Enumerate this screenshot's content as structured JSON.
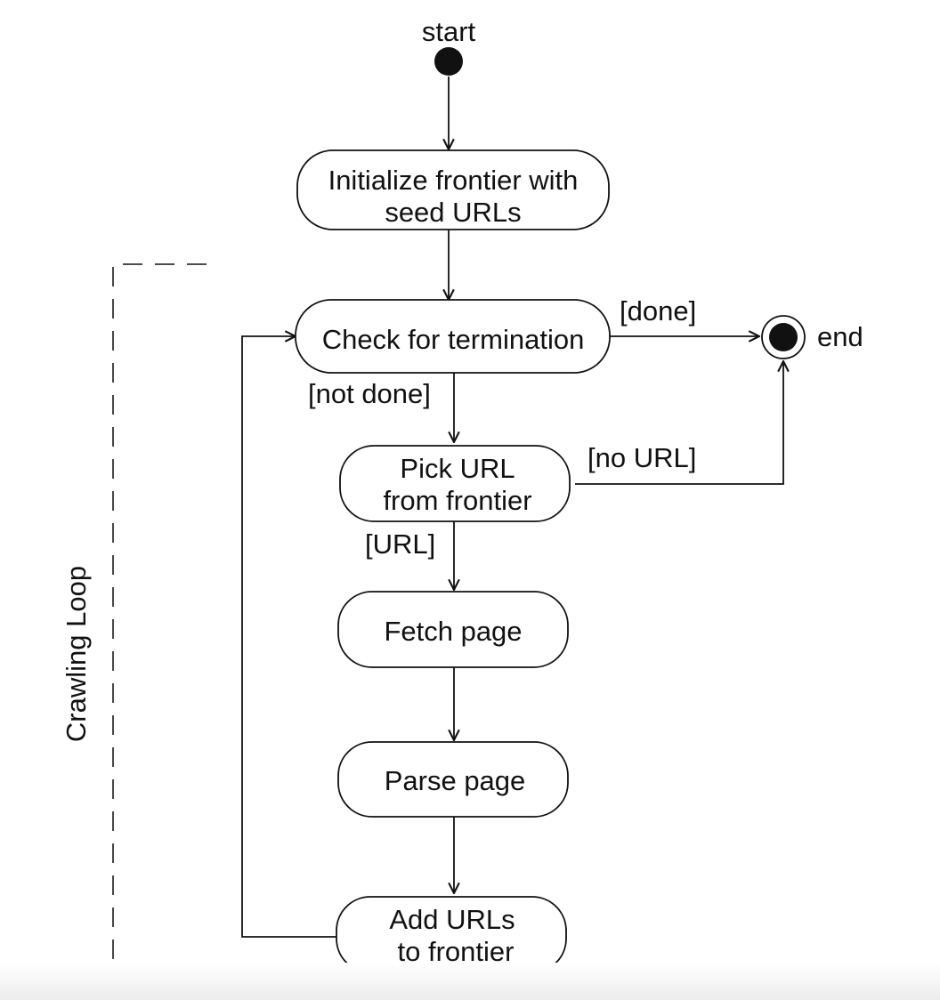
{
  "nodes": {
    "start": {
      "label": "start"
    },
    "end": {
      "label": "end"
    },
    "initialize": {
      "line1": "Initialize frontier with",
      "line2": "seed URLs"
    },
    "check_termination": {
      "line1": "Check for termination"
    },
    "pick_url": {
      "line1": "Pick URL",
      "line2": "from frontier"
    },
    "fetch_page": {
      "line1": "Fetch page"
    },
    "parse_page": {
      "line1": "Parse page"
    },
    "add_urls": {
      "line1": "Add URLs",
      "line2": "to frontier"
    }
  },
  "edges": {
    "done": "[done]",
    "not_done": "[not done]",
    "no_url": "[no URL]",
    "url": "[URL]"
  },
  "loop_label": "Crawling Loop"
}
